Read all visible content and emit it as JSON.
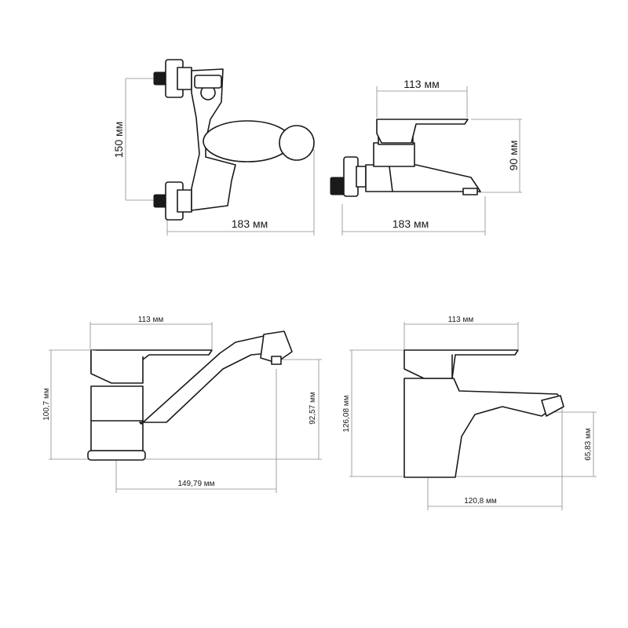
{
  "dimensions": {
    "wall_mixer_front": {
      "height": "150 мм",
      "width": "183 мм"
    },
    "wall_mixer_side": {
      "handle": "113 мм",
      "height": "90 мм",
      "width": "183 мм"
    },
    "basin_mixer_tall": {
      "handle": "113 мм",
      "height": "100,7 мм",
      "spout_height": "92,57 мм",
      "reach": "149,79 мм"
    },
    "basin_mixer_short": {
      "handle": "113 мм",
      "height": "126,08 мм",
      "spout_height": "65,83 мм",
      "reach": "120,8 мм"
    }
  }
}
